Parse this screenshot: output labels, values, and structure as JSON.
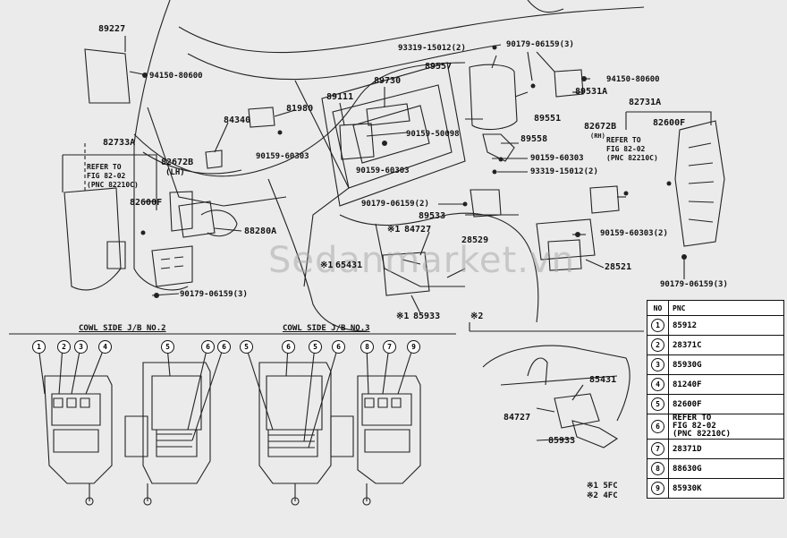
{
  "labels": [
    {
      "id": "p89227",
      "text": "89227"
    },
    {
      "id": "p94150a",
      "text": "94150-80600"
    },
    {
      "id": "p82733a",
      "text": "82733A"
    },
    {
      "id": "p84340",
      "text": "84340"
    },
    {
      "id": "p81980",
      "text": "81980"
    },
    {
      "id": "p90159a",
      "text": "90159-60303"
    },
    {
      "id": "p82672b_l",
      "text": "82672B"
    },
    {
      "id": "p82672b_l_sub",
      "text": "(LH)"
    },
    {
      "id": "p82600f_l",
      "text": "82600F"
    },
    {
      "id": "p88280a",
      "text": "88280A"
    },
    {
      "id": "p93319a",
      "text": "93319-15012(2)"
    },
    {
      "id": "p89557",
      "text": "89557"
    },
    {
      "id": "p89730",
      "text": "89730"
    },
    {
      "id": "p89111",
      "text": "89111"
    },
    {
      "id": "p90159_50098",
      "text": "90159-50098"
    },
    {
      "id": "p90159b",
      "text": "90159-60303"
    },
    {
      "id": "p90179a",
      "text": "90179-06159(3)"
    },
    {
      "id": "p94150b",
      "text": "94150-80600"
    },
    {
      "id": "p89531a",
      "text": "89531A"
    },
    {
      "id": "p82731a",
      "text": "82731A"
    },
    {
      "id": "p89551",
      "text": "89551"
    },
    {
      "id": "p89558",
      "text": "89558"
    },
    {
      "id": "p82672b_r",
      "text": "82672B"
    },
    {
      "id": "p82672b_r_sub",
      "text": "(RH)"
    },
    {
      "id": "p82600f_r",
      "text": "82600F"
    },
    {
      "id": "p90159c",
      "text": "90159-60303"
    },
    {
      "id": "p93319b",
      "text": "93319-15012(2)"
    },
    {
      "id": "p90179b",
      "text": "90179-06159(2)"
    },
    {
      "id": "p89533",
      "text": "89533"
    },
    {
      "id": "p84727",
      "text": "84727"
    },
    {
      "id": "p28529",
      "text": "28529"
    },
    {
      "id": "p90159d",
      "text": "90159-60303(2)"
    },
    {
      "id": "p28521",
      "text": "28521"
    },
    {
      "id": "p85431",
      "text": "65431"
    },
    {
      "id": "p85933",
      "text": "85933"
    },
    {
      "id": "p90179c",
      "text": "90179-06159(3)"
    },
    {
      "id": "p90179d",
      "text": "90179-06159(3)"
    },
    {
      "id": "p85431b",
      "text": "85431"
    },
    {
      "id": "p84727b",
      "text": "84727"
    },
    {
      "id": "p85933b",
      "text": "85933"
    }
  ],
  "notes": {
    "refer_left": [
      "REFER TO",
      "FIG 82-02",
      "(PNC 82210C)"
    ],
    "refer_right": [
      "REFER TO",
      "FIG 82-02",
      "(PNC 82210C)"
    ],
    "mark1_84727": "※1",
    "mark1_85933": "※1",
    "mark1_65431": "※1",
    "mark2": "※2",
    "legend1": "※1 5FC",
    "legend2": "※2 4FC"
  },
  "captions": {
    "jb2": "COWL SIDE J/B NO.2",
    "jb3": "COWL SIDE J/B NO.3"
  },
  "callouts_left": [
    "1",
    "2",
    "3",
    "4",
    "5",
    "6",
    "6"
  ],
  "callouts_right": [
    "5",
    "6",
    "5",
    "6",
    "8",
    "7",
    "9"
  ],
  "table": {
    "headers": [
      "NO",
      "PNC"
    ],
    "rows": [
      {
        "no": "1",
        "pnc": [
          "85912"
        ]
      },
      {
        "no": "2",
        "pnc": [
          "28371C"
        ]
      },
      {
        "no": "3",
        "pnc": [
          "85930G"
        ]
      },
      {
        "no": "4",
        "pnc": [
          "81240F"
        ]
      },
      {
        "no": "5",
        "pnc": [
          "82600F"
        ]
      },
      {
        "no": "6",
        "pnc": [
          "REFER TO",
          "FIG 82-02",
          "(PNC 82210C)"
        ]
      },
      {
        "no": "7",
        "pnc": [
          "28371D"
        ]
      },
      {
        "no": "8",
        "pnc": [
          "88630G"
        ]
      },
      {
        "no": "9",
        "pnc": [
          "85930K"
        ]
      }
    ]
  },
  "watermark": "Sedanmarket.vn"
}
